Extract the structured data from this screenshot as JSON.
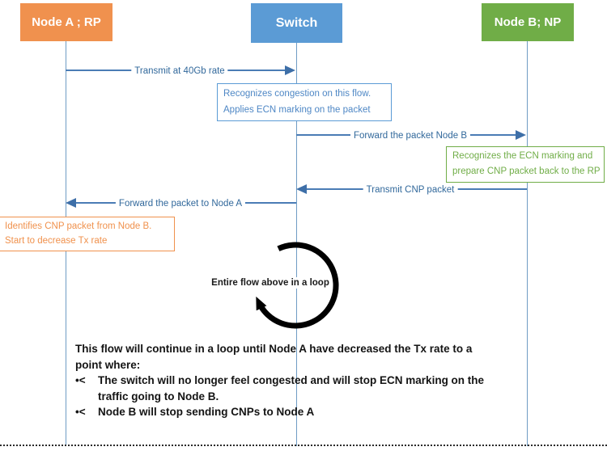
{
  "colors": {
    "node_a_fill": "#F0914E",
    "switch_fill": "#5B9BD5",
    "node_b_fill": "#70AD47",
    "arrow_blue": "#4A7CB5",
    "label_blue": "#31689B",
    "note_orange": "#F0914C",
    "note_green": "#70AD47",
    "note_blue": "#5B9BD5"
  },
  "actors": [
    {
      "label": "Node A ; RP"
    },
    {
      "label": "Switch"
    },
    {
      "label": "Node B; NP"
    }
  ],
  "messages": [
    {
      "label": "Transmit at 40Gb rate"
    },
    {
      "label": "Forward the packet Node B"
    },
    {
      "label": "Transmit CNP packet"
    },
    {
      "label": "Forward the packet to Node A"
    }
  ],
  "notes": {
    "switch_note": {
      "line1": "Recognizes congestion on this flow.",
      "line2": "Applies ECN marking on the packet"
    },
    "node_b_note": {
      "line1": "Recognizes the ECN marking and",
      "line2": "prepare CNP packet back to the RP"
    },
    "node_a_note": {
      "line1": "Identifies CNP packet from Node B.",
      "line2": "Start to decrease Tx rate"
    }
  },
  "loop": {
    "label": "Entire flow above in a loop"
  },
  "summary": {
    "line1": "This flow will continue in a loop until Node A have decreased the Tx rate to a",
    "line2": "point where:",
    "bullet_marker": "•<",
    "bullets": [
      {
        "line1": "The switch will no longer feel congested and will stop ECN marking on the",
        "line2": "traffic going to Node B."
      },
      {
        "line1": "Node B will stop sending CNPs to Node A",
        "line2": ""
      }
    ]
  }
}
